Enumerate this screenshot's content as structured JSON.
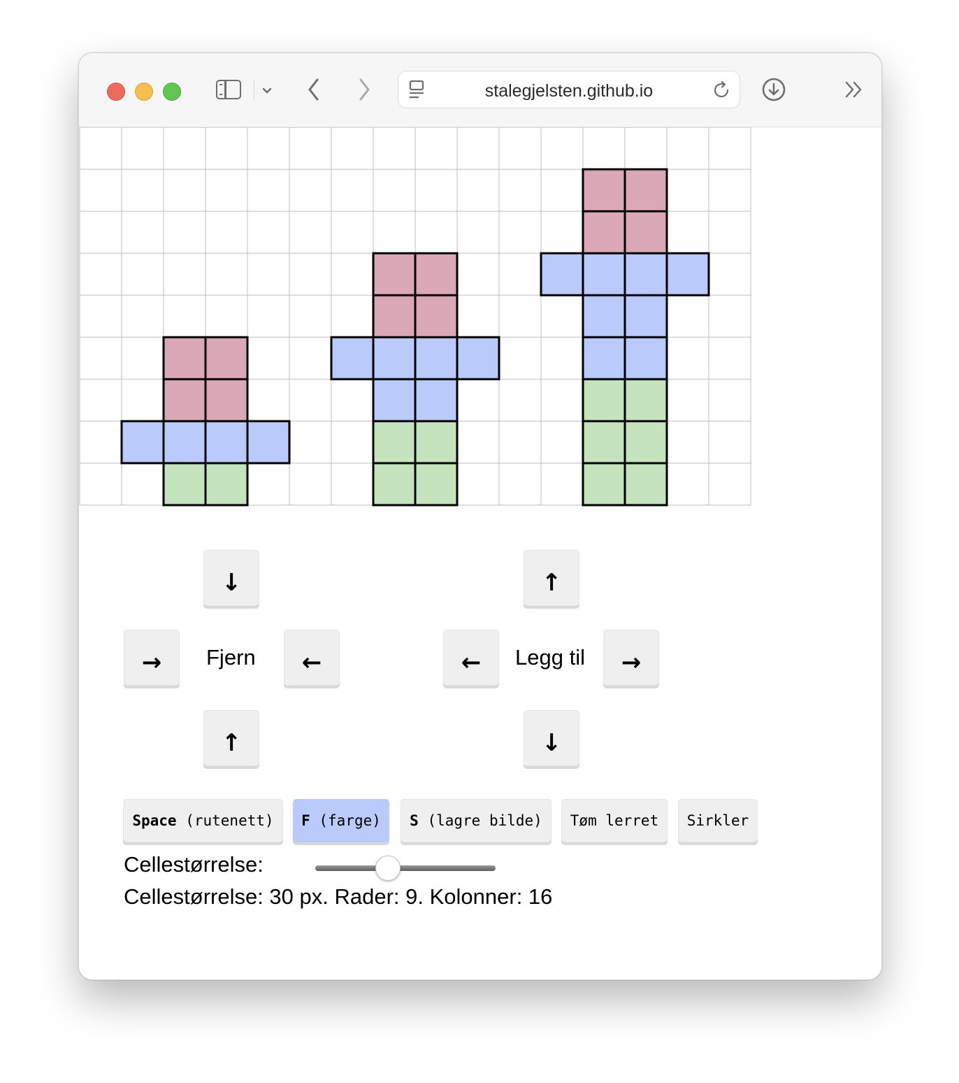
{
  "browser": {
    "url": "stalegjelsten.github.io",
    "colors": {
      "close": "#ed6a5e",
      "minimize": "#f5bf4f",
      "zoom": "#62c554"
    }
  },
  "canvas": {
    "rows": 9,
    "cols": 16,
    "colors": {
      "pink": "#dba8b8",
      "blue": "#b9cafb",
      "green": "#c5e4bd"
    },
    "shapes": [
      {
        "color": "pink",
        "cells": [
          [
            5,
            2
          ],
          [
            5,
            3
          ],
          [
            6,
            2
          ],
          [
            6,
            3
          ]
        ]
      },
      {
        "color": "blue",
        "cells": [
          [
            7,
            1
          ],
          [
            7,
            2
          ],
          [
            7,
            3
          ],
          [
            7,
            4
          ]
        ]
      },
      {
        "color": "green",
        "cells": [
          [
            8,
            2
          ],
          [
            8,
            3
          ]
        ]
      },
      {
        "color": "pink",
        "cells": [
          [
            3,
            7
          ],
          [
            3,
            8
          ],
          [
            4,
            7
          ],
          [
            4,
            8
          ]
        ]
      },
      {
        "color": "blue",
        "cells": [
          [
            5,
            6
          ],
          [
            5,
            7
          ],
          [
            5,
            8
          ],
          [
            5,
            9
          ],
          [
            6,
            7
          ],
          [
            6,
            8
          ]
        ]
      },
      {
        "color": "green",
        "cells": [
          [
            7,
            7
          ],
          [
            7,
            8
          ],
          [
            8,
            7
          ],
          [
            8,
            8
          ]
        ]
      },
      {
        "color": "pink",
        "cells": [
          [
            1,
            12
          ],
          [
            1,
            13
          ],
          [
            2,
            12
          ],
          [
            2,
            13
          ]
        ]
      },
      {
        "color": "blue",
        "cells": [
          [
            3,
            11
          ],
          [
            3,
            12
          ],
          [
            3,
            13
          ],
          [
            3,
            14
          ],
          [
            4,
            12
          ],
          [
            4,
            13
          ],
          [
            5,
            12
          ],
          [
            5,
            13
          ]
        ]
      },
      {
        "color": "green",
        "cells": [
          [
            6,
            12
          ],
          [
            6,
            13
          ],
          [
            7,
            12
          ],
          [
            7,
            13
          ],
          [
            8,
            12
          ],
          [
            8,
            13
          ]
        ]
      }
    ]
  },
  "remove_pad": {
    "label": "Fjern",
    "up": "↓",
    "left": "→",
    "right": "←",
    "down": "↑"
  },
  "add_pad": {
    "label": "Legg til",
    "up": "↑",
    "left": "←",
    "right": "→",
    "down": "↓"
  },
  "commands": [
    {
      "key": "Space",
      "desc": " (rutenett)",
      "active": false
    },
    {
      "key": "F",
      "desc": " (farge)",
      "active": true
    },
    {
      "key": "S",
      "desc": " (lagre bilde)",
      "active": false
    },
    {
      "key": "",
      "desc": "Tøm lerret",
      "active": false
    },
    {
      "key": "",
      "desc": "Sirkler",
      "active": false
    }
  ],
  "cell_size": {
    "label": "Cellestørrelse:",
    "value": 30,
    "min": 10,
    "max": 60,
    "status": "Cellestørrelse: 30 px. Rader: 9. Kolonner: 16"
  }
}
